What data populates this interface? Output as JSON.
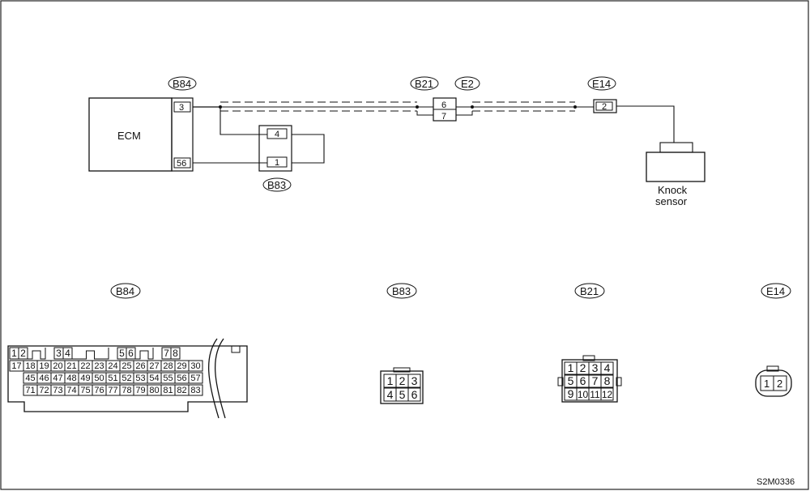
{
  "ecm": {
    "label": "ECM"
  },
  "connectors": {
    "b84": "B84",
    "b83": "B83",
    "b21": "B21",
    "e2": "E2",
    "e14": "E14"
  },
  "schematic_pins": {
    "b84_top": "3",
    "b84_bottom": "56",
    "b83_top": "4",
    "b83_bottom": "1",
    "b21_e2_top": "6",
    "b21_e2_bottom": "7",
    "e14": "2"
  },
  "sensor": {
    "line1": "Knock",
    "line2": "sensor"
  },
  "face_labels": {
    "b84": "B84",
    "b83": "B83",
    "b21": "B21",
    "e14": "E14"
  },
  "b84_face": {
    "row1": [
      "1",
      "2",
      "3",
      "4",
      "5",
      "6",
      "7",
      "8"
    ],
    "row2": [
      "17",
      "18",
      "19",
      "20",
      "21",
      "22",
      "23",
      "24",
      "25",
      "26",
      "27",
      "28",
      "29",
      "30"
    ],
    "row3": [
      "45",
      "46",
      "47",
      "48",
      "49",
      "50",
      "51",
      "52",
      "53",
      "54",
      "55",
      "56",
      "57"
    ],
    "row4": [
      "71",
      "72",
      "73",
      "74",
      "75",
      "76",
      "77",
      "78",
      "79",
      "80",
      "81",
      "82",
      "83"
    ]
  },
  "b83_face": {
    "row1": [
      "1",
      "2",
      "3"
    ],
    "row2": [
      "4",
      "5",
      "6"
    ]
  },
  "b21_face": {
    "row1": [
      "1",
      "2",
      "3",
      "4"
    ],
    "row2": [
      "5",
      "6",
      "7",
      "8"
    ],
    "row3": [
      "9",
      "10",
      "11",
      "12"
    ]
  },
  "e14_face": {
    "pins": [
      "1",
      "2"
    ]
  },
  "figure_code": "S2M0336"
}
